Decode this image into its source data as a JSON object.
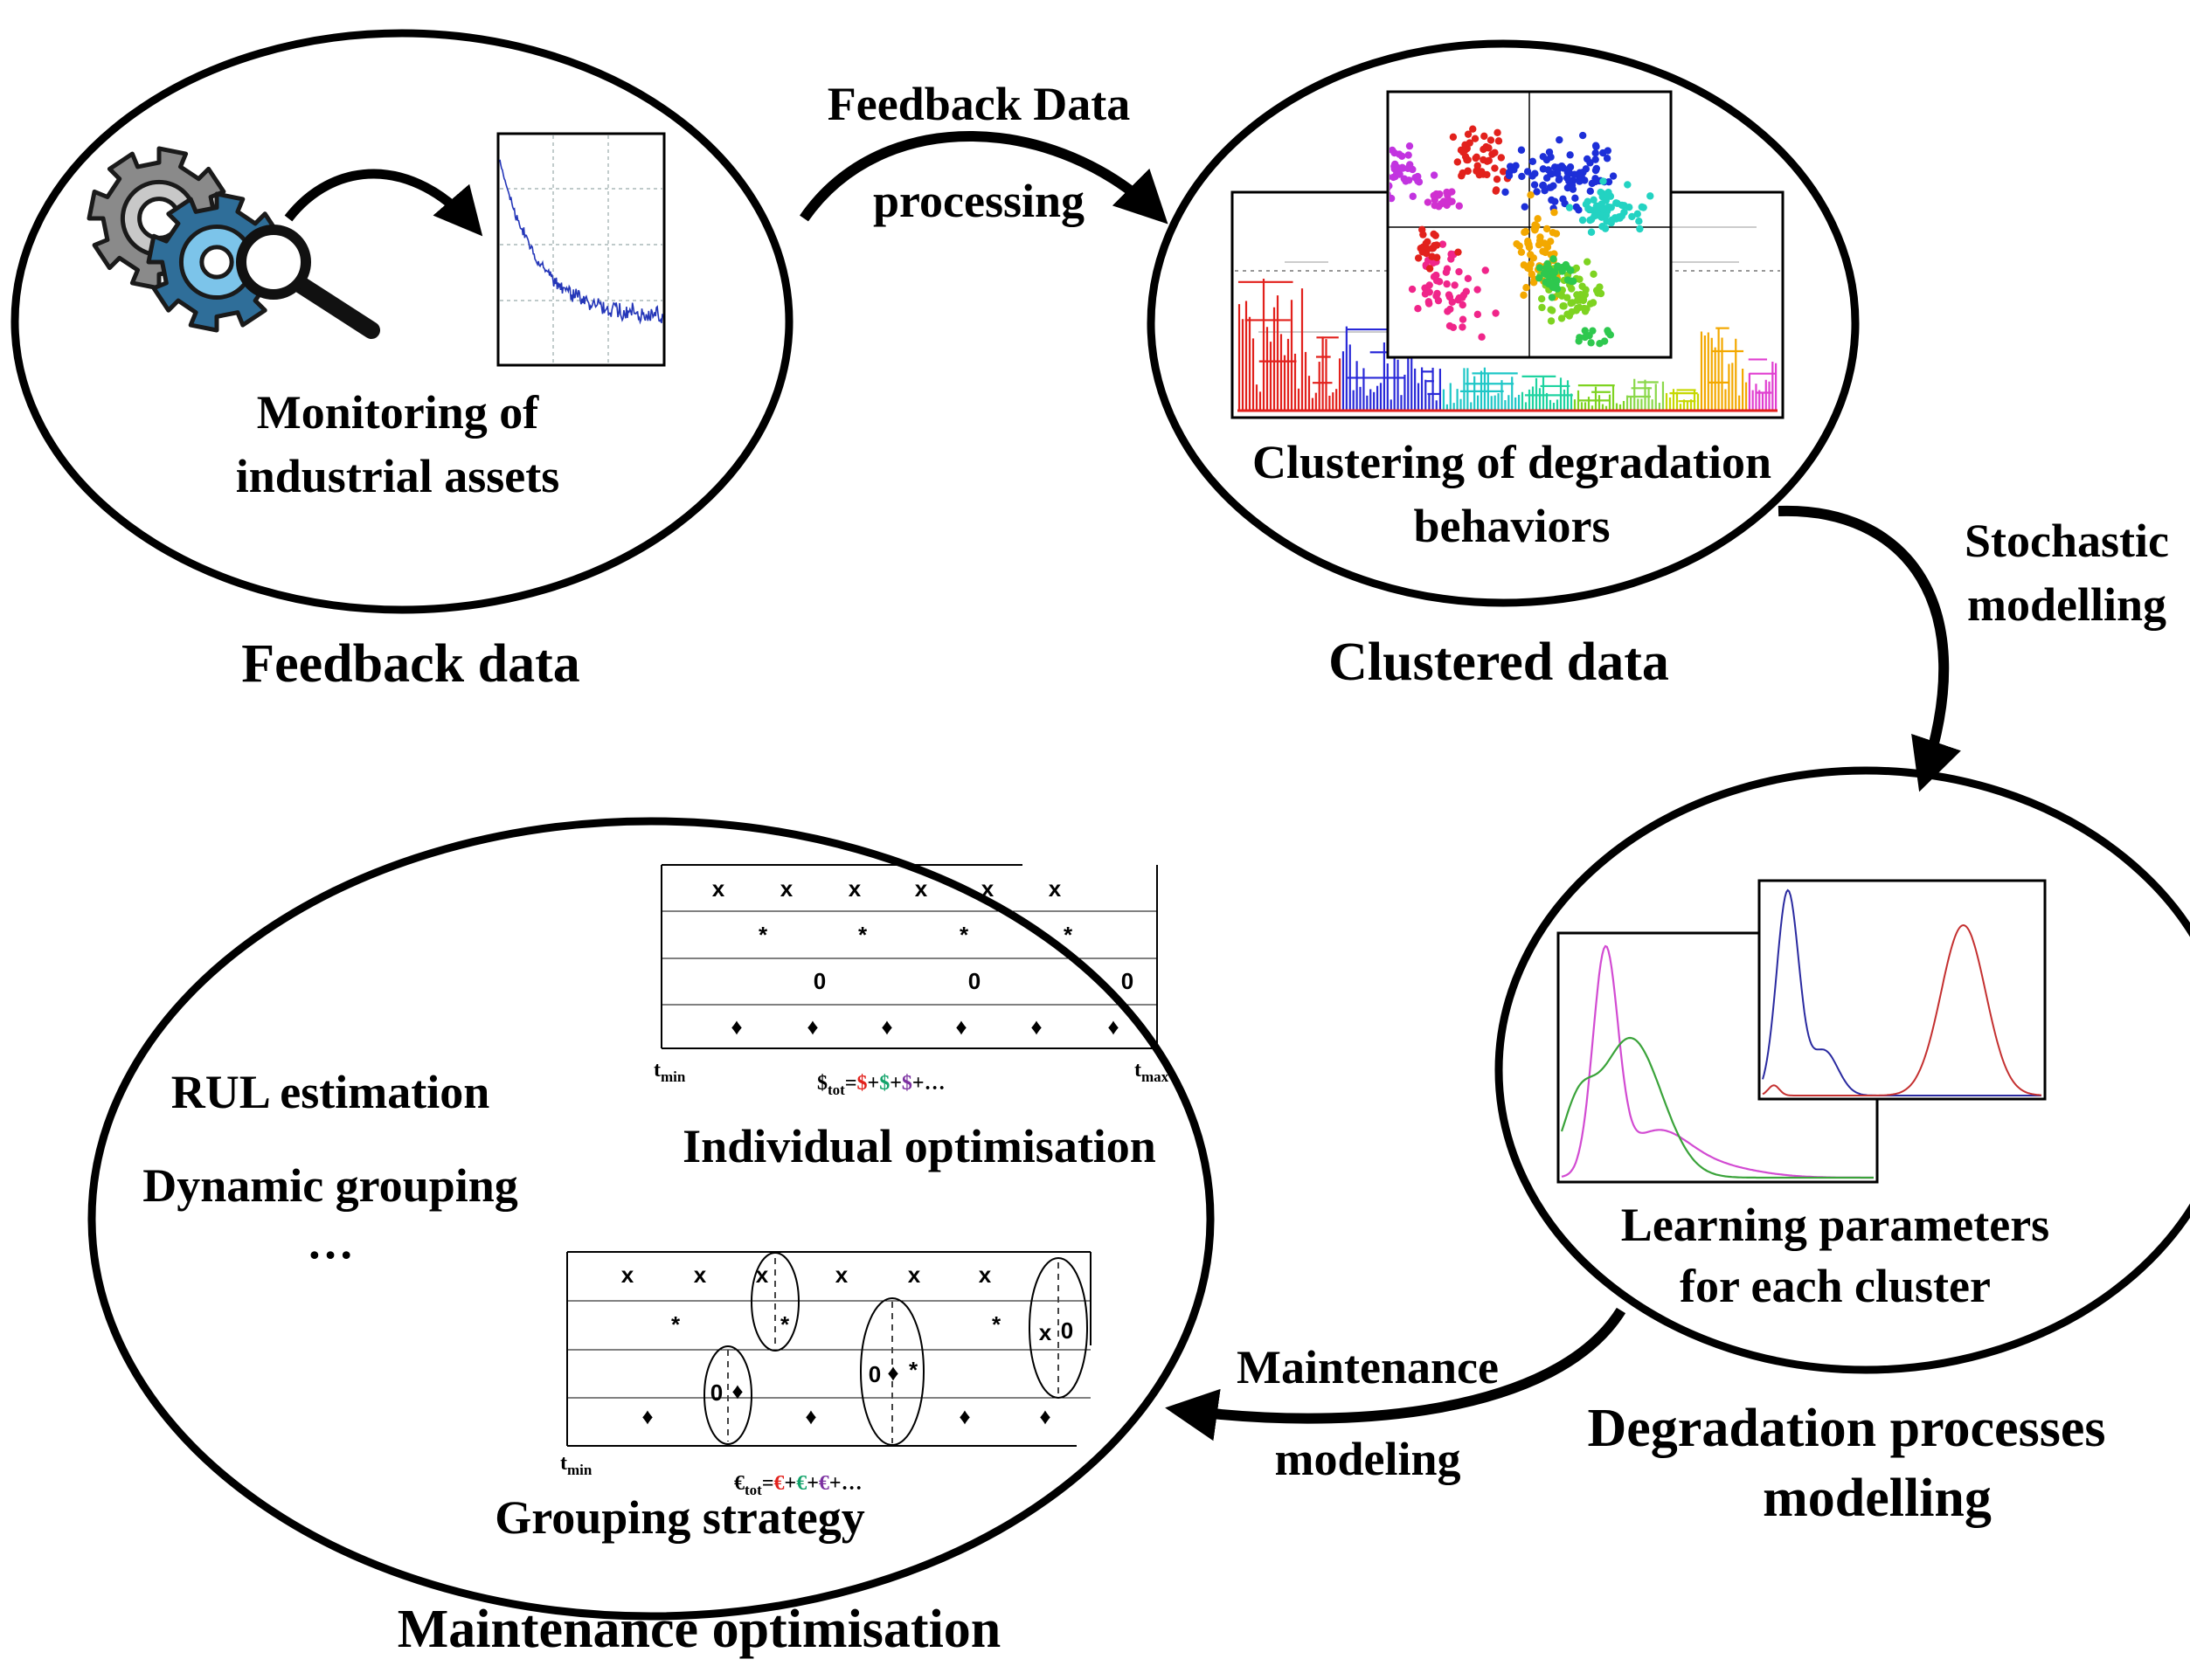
{
  "stages": {
    "feedback": {
      "title": "Feedback data",
      "caption_line1": "Monitoring of",
      "caption_line2": "industrial assets"
    },
    "clustered": {
      "title": "Clustered data",
      "caption_line1": "Clustering of degradation",
      "caption_line2": "behaviors"
    },
    "degradation": {
      "title_line1": "Degradation processes",
      "title_line2": "modelling",
      "caption_line1": "Learning parameters",
      "caption_line2": "for each cluster"
    },
    "maintenance": {
      "title": "Maintenance optimisation",
      "list": [
        "RUL estimation",
        "Dynamic grouping",
        "…"
      ],
      "individual": {
        "label": "Individual optimisation",
        "tmin": "t",
        "tmin_sub": "min",
        "tmax": "t",
        "tmax_sub": "max",
        "formula_base": "$",
        "formula_sub": "tot",
        "formula_eq": "=",
        "formula_terms": [
          "$",
          "$",
          "$"
        ],
        "formula_plus": "+",
        "formula_end": "…"
      },
      "grouping": {
        "label": "Grouping strategy",
        "tmin": "t",
        "tmin_sub": "min",
        "formula_base": "€",
        "formula_sub": "tot",
        "formula_eq": "=",
        "formula_terms": [
          "€",
          "€",
          "€"
        ],
        "formula_plus": "+",
        "formula_end": "…"
      }
    }
  },
  "transitions": {
    "processing": {
      "line1": "Feedback Data",
      "line2": "processing"
    },
    "stochastic": {
      "line1": "Stochastic",
      "line2": "modelling"
    },
    "maintenance_modeling": {
      "line1": "Maintenance",
      "line2": "modeling"
    }
  },
  "markers": {
    "x": "x",
    "star": "*",
    "o": "0",
    "diamond": "♦"
  },
  "colors": {
    "red": "#e2211c",
    "green": "#12a36a",
    "purple": "#7b2fa0",
    "gold": "#f3b300",
    "gear_gray": "#8a8a8a",
    "gear_blue": "#2f6e99",
    "signal": "#2436b8",
    "density_pink": "#d24bd2",
    "density_green": "#3aa33a",
    "density_blue": "#2a2aa0",
    "density_red": "#c43030"
  },
  "icons": [
    "gear-icon",
    "magnifier-icon"
  ]
}
